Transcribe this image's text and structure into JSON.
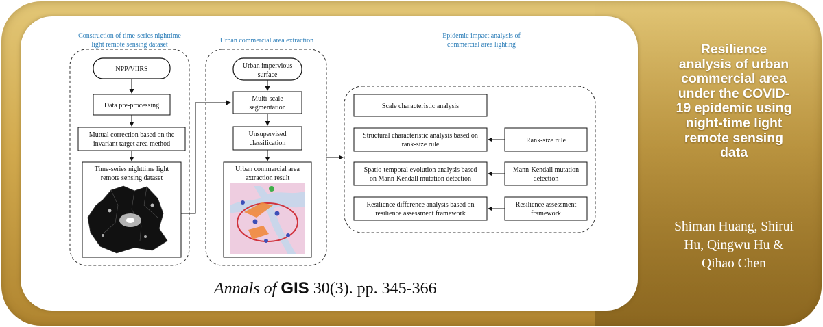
{
  "title": "Resilience analysis of urban commercial area under the COVID-19 epidemic using night-time light remote sensing data",
  "title_lines": [
    "Resilience",
    "analysis of urban",
    "commercial area",
    "under the COVID-",
    "19 epidemic using",
    "night-time light",
    "remote sensing",
    "data"
  ],
  "authors_lines": [
    "Shiman Huang, Shirui",
    "Hu, Qingwu Hu &",
    "Qihao Chen"
  ],
  "citation": {
    "journal_italic": "Annals of",
    "journal_bold": "GIS",
    "rest": "30(3). pp. 345-366"
  },
  "diagram": {
    "section1": {
      "header": [
        "Construction of time-series nighttime",
        "light remote sensing dataset"
      ],
      "box_nppviirs": "NPP/VIIRS",
      "box_preprocess": "Data pre-processing",
      "box_mutual": [
        "Mutual correction based on the",
        "invariant target area method"
      ],
      "box_dataset": [
        "Time-series nighttime light",
        "remote sensing dataset"
      ]
    },
    "section2": {
      "header": "Urban commercial area extraction",
      "box_impervious": [
        "Urban impervious",
        "surface"
      ],
      "box_segmentation": [
        "Multi-scale",
        "segmentation"
      ],
      "box_unsupervised": [
        "Unsupervised",
        "classification"
      ],
      "box_result": [
        "Urban commercial area",
        "extraction result"
      ]
    },
    "section3": {
      "header": [
        "Epidemic impact analysis of",
        "commercial area lighting"
      ],
      "box_scale": "Scale characteristic analysis",
      "box_structural": [
        "Structural characteristic analysis based on",
        "rank-size rule"
      ],
      "box_ranksize": "Rank-size rule",
      "box_spatio": [
        "Spatio-temporal evolution analysis based",
        "on Mann-Kendall mutation detection"
      ],
      "box_mannkendall": [
        "Mann-Kendall mutation",
        "detection"
      ],
      "box_resilience": [
        "Resilience difference analysis based on",
        "resilience assessment framework"
      ],
      "box_framework": [
        "Resilience assessment",
        "framework"
      ]
    }
  },
  "colors": {
    "frame_gold": "#d2aa4e",
    "header_blue": "#2b7db8",
    "title_text": "#ffffff"
  }
}
